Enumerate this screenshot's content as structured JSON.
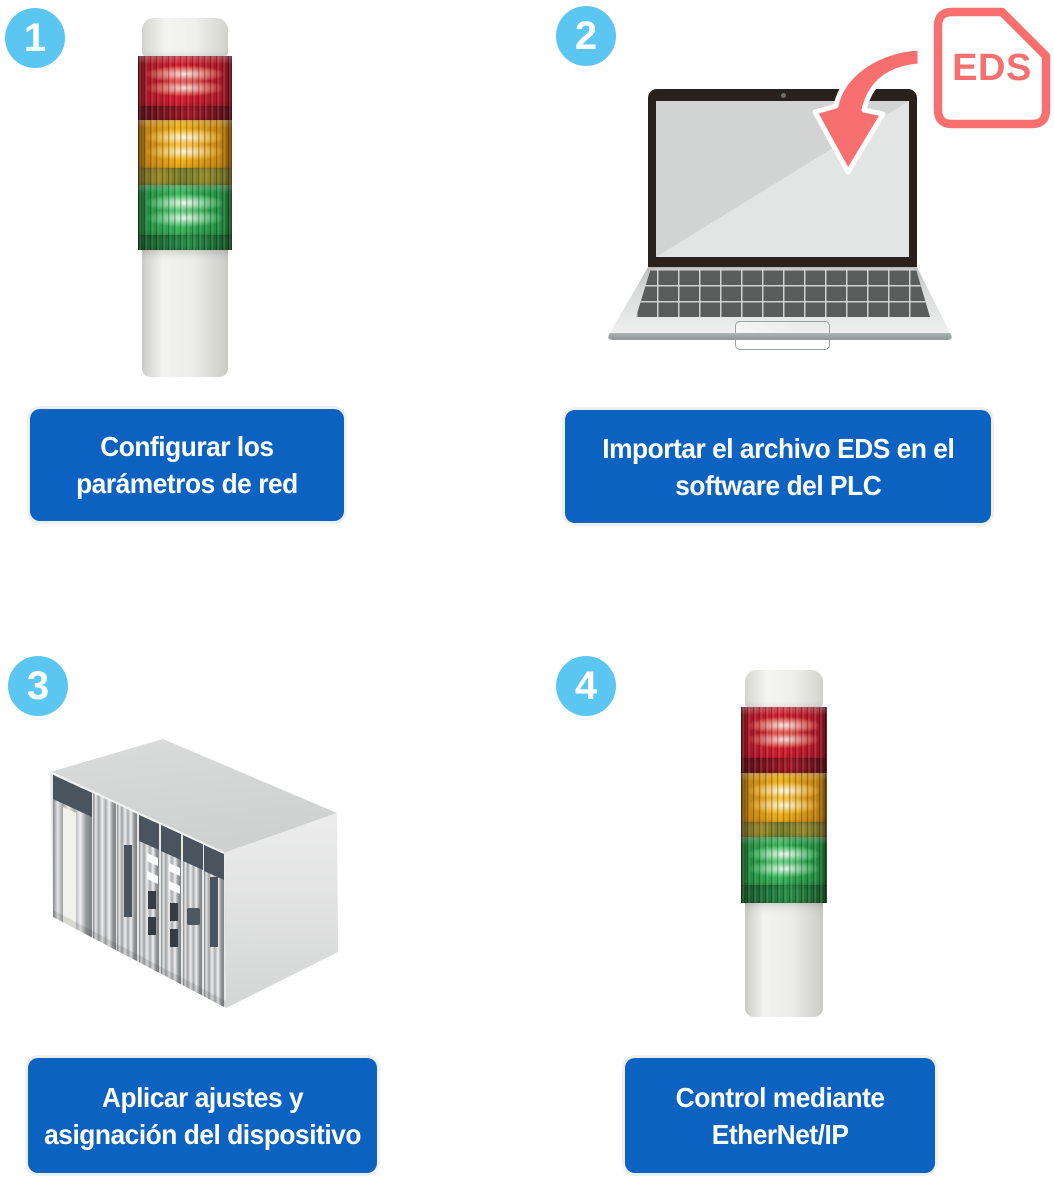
{
  "figure": {
    "type": "setup-process-diagram",
    "language": "es"
  },
  "colors": {
    "badge_blue": "#5BC6F2",
    "label_bg": "#0B62C0",
    "label_text": "#FFFFFF",
    "accent_coral": "#F7706F",
    "tower_red": "#D41226",
    "tower_amber": "#F0AE06",
    "tower_green": "#2DB554"
  },
  "steps": [
    {
      "number": "1",
      "label_lines": [
        "Configurar los",
        "parámetros de red"
      ],
      "illustration": "signal-tower-red-amber-green"
    },
    {
      "number": "2",
      "label_lines": [
        "Importar el archivo EDS en el",
        "software del PLC"
      ],
      "illustration": "laptop-importing-eds-file",
      "file_badge": "EDS"
    },
    {
      "number": "3",
      "label_lines": [
        "Aplicar ajustes y",
        "asignación del dispositivo"
      ],
      "illustration": "plc-rack"
    },
    {
      "number": "4",
      "label_lines": [
        "Control mediante",
        "EtherNet/IP"
      ],
      "illustration": "signal-tower-red-amber-green"
    }
  ]
}
